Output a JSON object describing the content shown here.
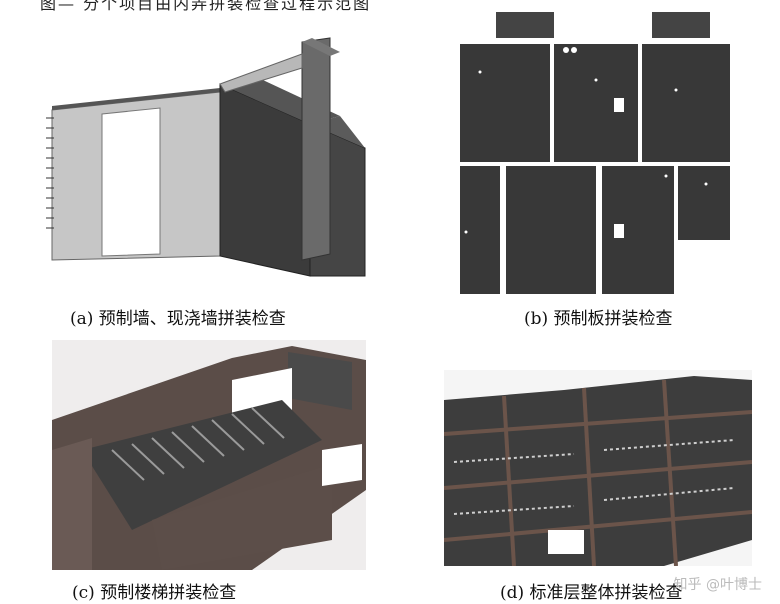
{
  "header_fragment": "图— 分个项目由内弄拼装检查过程示范图",
  "figures": [
    {
      "id": "a",
      "caption": "(a)  预制墙、现浇墙拼装检查"
    },
    {
      "id": "b",
      "caption": "(b)  预制板拼装检查"
    },
    {
      "id": "c",
      "caption": "(c)  预制楼梯拼装检查"
    },
    {
      "id": "d",
      "caption": "(d)  标准层整体拼装检查"
    }
  ],
  "watermark": "知乎 @叶博士",
  "colors": {
    "concrete": "#3f3f3f",
    "slab": "#3a3a3a",
    "light_wall": "#c9c9c9",
    "frame": "#5a4a44"
  }
}
